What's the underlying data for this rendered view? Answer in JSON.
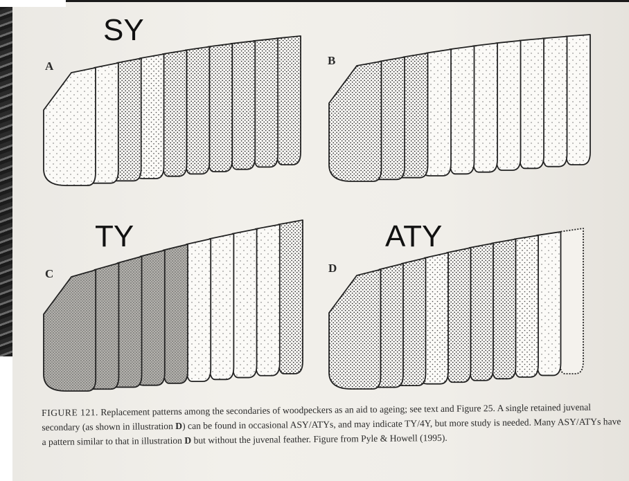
{
  "labels": {
    "a_age": "SY",
    "c_age": "TY",
    "d_age": "ATY"
  },
  "panels": {
    "a": "A",
    "b": "B",
    "c": "C",
    "d": "D"
  },
  "caption": {
    "figure_number": "FIGURE 121.",
    "text_1": "Replacement patterns among the secondaries of woodpeckers as an aid to ageing; see text and Figure 25. A single retained juvenal secondary (as shown in illustration ",
    "bold_d_1": "D",
    "text_2": ") can be found in occasional ASY/ATYs, and may indicate TY/4Y, but more study is needed. Many ASY/ATYs have a pattern similar to that in illustration ",
    "bold_d_2": "D",
    "text_3": " but without the juvenal feather. Figure from Pyle & Howell (1995)."
  },
  "colors": {
    "page": "#f0eee9",
    "ink": "#2a2a2a"
  }
}
